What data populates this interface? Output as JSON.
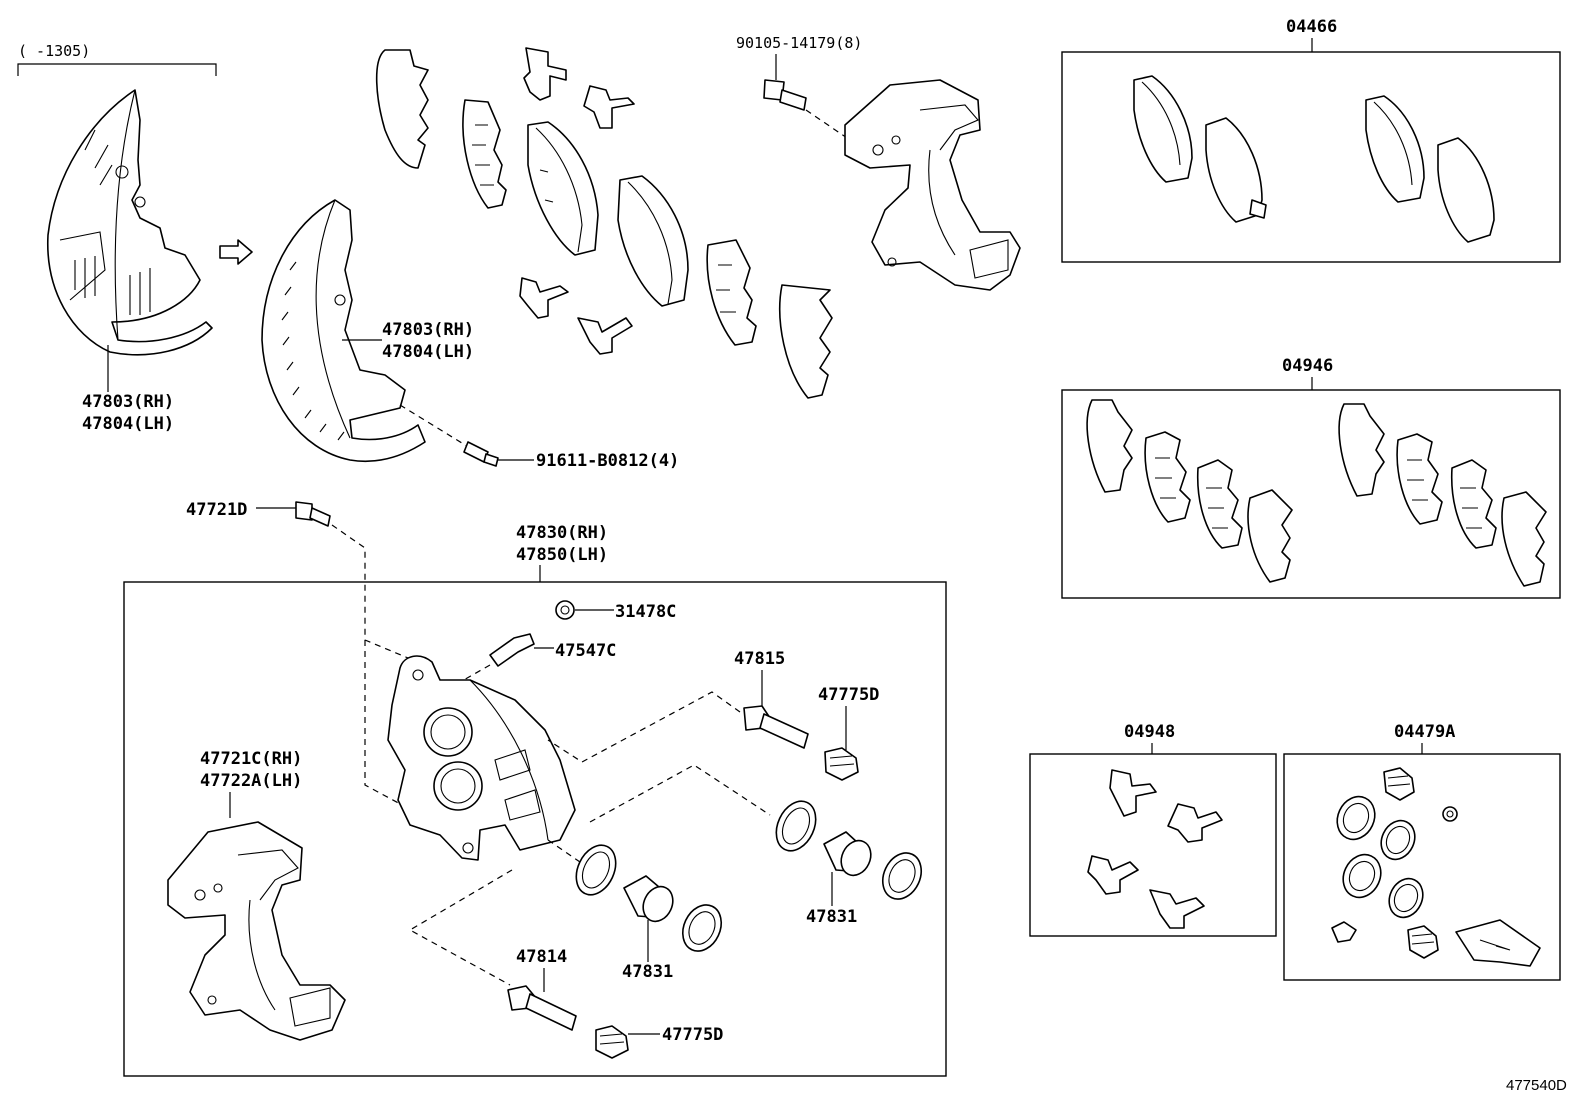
{
  "diagram": {
    "date_range": "(      -1305)",
    "diagram_code": "477540D",
    "callouts": {
      "shield_old_rh": "47803(RH)",
      "shield_old_lh": "47804(LH)",
      "shield_new_rh": "47803(RH)",
      "shield_new_lh": "47804(LH)",
      "shield_bolt": "91611-B0812(4)",
      "mount_bolt": "90105-14179(8)",
      "bleeder_plug_cap": "47721D",
      "caliper_assy_rh": "47830(RH)",
      "caliper_assy_lh": "47850(LH)",
      "bleeder_cap": "31478C",
      "bleeder_plug": "47547C",
      "slide_pin_upper": "47815",
      "boot_upper": "47775D",
      "mounting_rh": "47721C(RH)",
      "mounting_lh": "47722A(LH)",
      "piston_upper": "47831",
      "piston_lower": "47831",
      "slide_pin_lower": "47814",
      "boot_lower": "47775D"
    },
    "kits": {
      "pad_kit": "04466",
      "shim_kit": "04946",
      "fitting_kit": "04948",
      "cylinder_kit": "04479A"
    }
  }
}
